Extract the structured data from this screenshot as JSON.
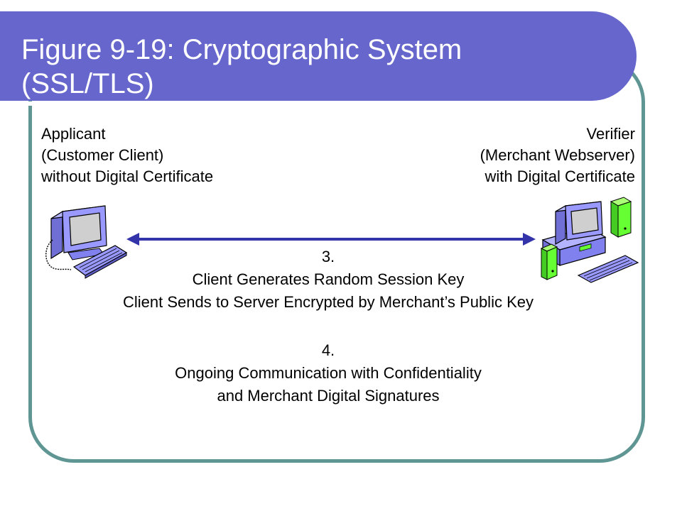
{
  "slide": {
    "title_line1": "Figure 9-19: Cryptographic System",
    "title_line2": "(SSL/TLS)"
  },
  "colors": {
    "title_bar": "#6666cc",
    "frame_border": "#5f9693",
    "arrow": "#3333aa",
    "client_pc": "#9999ff",
    "server_towers": "#66ff33"
  },
  "applicant": {
    "line1": "Applicant",
    "line2": "(Customer Client)",
    "line3": "without Digital Certificate",
    "icon": "desktop-computer-icon"
  },
  "verifier": {
    "line1": "Verifier",
    "line2": "(Merchant Webserver)",
    "line3": "with Digital Certificate",
    "icon": "server-workstation-icon"
  },
  "steps": [
    {
      "number": "3.",
      "line1": "Client Generates Random Session Key",
      "line2": "Client Sends to Server Encrypted by Merchant’s Public Key"
    },
    {
      "number": "4.",
      "line1": "Ongoing Communication with Confidentiality",
      "line2": "and Merchant Digital Signatures"
    }
  ]
}
